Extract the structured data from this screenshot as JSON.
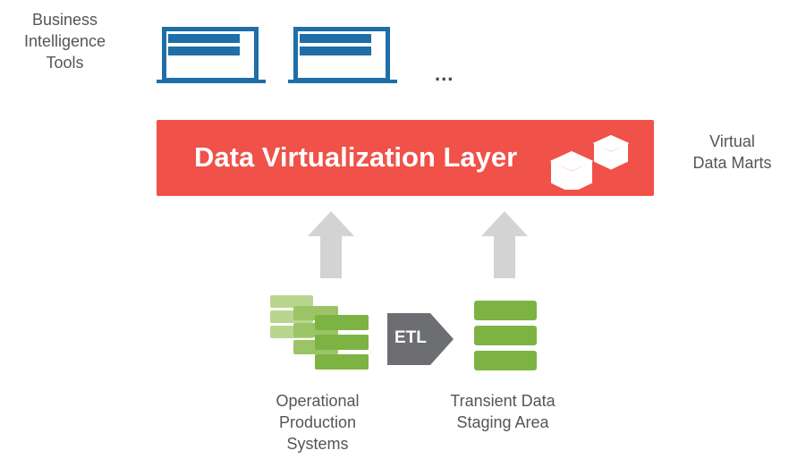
{
  "labels": {
    "bi_tools": "Business\nIntelligence\nTools",
    "ellipsis": "...",
    "dv_layer": "Data Virtualization Layer",
    "virtual_data_marts": "Virtual\nData Marts",
    "etl": "ETL",
    "operational": "Operational\nProduction\nSystems",
    "transient": "Transient Data\nStaging Area"
  },
  "icons": {
    "bi_tools": [
      "laptop-icon",
      "laptop-icon"
    ],
    "dv_layer": "cubes-icon",
    "operational": "stacked-database-icon",
    "transient": "database-icon",
    "arrows": [
      "up-arrow-icon",
      "up-arrow-icon"
    ],
    "etl": "right-arrow-icon"
  },
  "colors": {
    "laptop_blue": "#1e6fa8",
    "dv_red": "#f05149",
    "arrow_gray": "#d3d3d3",
    "etl_gray": "#6d6e71",
    "db_green": "#7cb342",
    "db_green_light": "#b9d68f",
    "db_green_mid": "#9bc467",
    "text": "#555555"
  }
}
